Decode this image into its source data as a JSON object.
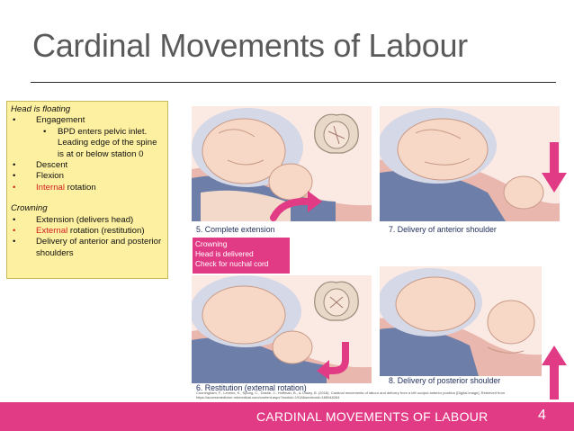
{
  "title": "Cardinal Movements of Labour",
  "notes": {
    "heading1": "Head is floating",
    "engagement": "Engagement",
    "engagement_sub": "BPD enters pelvic inlet. Leading edge of the spine is at or below station 0",
    "descent": "Descent",
    "flexion": "Flexion",
    "internal_word": "Internal",
    "internal_rest": " rotation",
    "heading2": "Crowning",
    "extension": "Extension (delivers head)",
    "external_word": "External",
    "external_rest": " rotation (restitution)",
    "delivery": "Delivery of anterior and posterior shoulders"
  },
  "captions": {
    "p5": "5. Complete extension",
    "p6": "6. Restitution (external rotation)",
    "p7": "7. Delivery of anterior shoulder",
    "p8": "8. Delivery of posterior shoulder"
  },
  "callout": {
    "line1": "Crowning",
    "line2": "Head is delivered",
    "line3": "Check for nuchal cord"
  },
  "credit": "Cunningham, F., Leveno, K., Spong, C., Dashe, J., Hoffman, B., & Casey, B. (2018). Cardinal movements of labour and delivery from a left occiput anterior position [Digital image]. Retrieved from https://accessmedicine.mhmedical.com/content.aspx?bookid=1918&sectionid=185048264",
  "footer": {
    "text": "CARDINAL MOVEMENTS OF LABOUR",
    "page_number": "4"
  },
  "colors": {
    "accent": "#e23b86",
    "title": "#5a5a5a",
    "note_bg": "#fdf0a0",
    "highlight_red": "#d42020"
  }
}
